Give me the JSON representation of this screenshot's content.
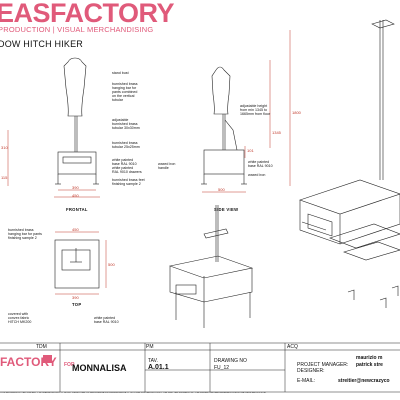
{
  "header": {
    "brand": "EASFACTORY",
    "tagline": "PRODUCTION | VISUAL MERCHANDISING",
    "title": "DOW HITCH HIKER"
  },
  "annotations": {
    "front": {
      "stand_bust": "stand bust",
      "hanging_bar": "burnished brass\nhanging bar for\npants combined\non the vertical\ntubular",
      "adjustable": "adjustable\nburnished brass\ntubular 30x30mm",
      "tube25": "burnished brass\ntubular 25x25mm",
      "white_base": "white painted\nbase RAL 9010\nwhite painted\nRAL 9010 drawers",
      "feet": "burnished brass feet\nfinishing sample 2"
    },
    "side": {
      "adjustable_height": "adjustable height\nfrom min 1345 to\n1665mm from floor",
      "wood_handle": "waxed iron\nhandle",
      "white_base": "white painted\nbase RAL 9010",
      "waxed_iron": "waxed iron"
    },
    "top": {
      "hanging_bar": "burnished brass\nhanging bar for pants\nfinishing sample 2",
      "cover": "covered with\nconvex fabric\nHITCH MK200",
      "white_base": "white painted\nbase RAL 9010"
    }
  },
  "dimensions": {
    "front_height": "310",
    "front_base_h": "115",
    "front_w1": "390",
    "front_w2": "450",
    "side_h1": "1345",
    "side_h2": "1800",
    "side_h3": "101",
    "side_w": "500",
    "top_w1": "450",
    "top_w2": "390",
    "top_d": "500"
  },
  "views": {
    "front": "FRONTAL",
    "side": "SIDE VIEW",
    "top": "TOP"
  },
  "title_block": {
    "tdm_label": "TDM",
    "pm_label": "PM",
    "acq_label": "ACQ",
    "logo": "FACTORY",
    "for": "FOR",
    "client": "MONNALISA",
    "tav_label": "TAV.",
    "tav_value": "A.01.1",
    "drawing_label": "DRAWING NO",
    "drawing_value": "FU_12",
    "pm_role": "PROJECT MANAGER:",
    "designer_role": "DESIGNER:",
    "email_role": "E-MAIL:",
    "pm_name": "maurizio m",
    "designer_name": "patrick stre",
    "email_value": "streitier@newcrazyco"
  },
  "footer": "THIS DRAWING IS THE PROPERTY OF IDEASFACTORY. IT IS NOT PERMITTED TO REPRODUCE OR COMMUNICATE IT TO THIRD PARTIES WITHOUT THE WRITTEN CONSENT OF THE OWNER. ALL MEASUREMENTS MUST BE VERIFIED ON SITE."
}
